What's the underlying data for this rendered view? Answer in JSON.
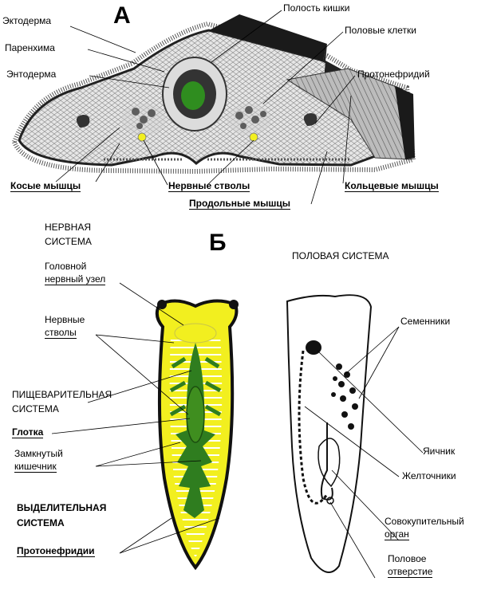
{
  "panel_a": {
    "letter": "А",
    "labels": {
      "ectoderm": "Эктодерма",
      "parenchyma": "Паренхима",
      "endoderm": "Энтодерма",
      "gut_cavity": "Полость кишки",
      "germ_cells": "Половые клетки",
      "protonephridium": "Протонефридий",
      "oblique_muscles": "Косые мышцы",
      "nerve_trunks": "Нервные стволы",
      "ring_muscles": "Кольцевые мышцы",
      "longitudinal_muscles": "Продольные мышцы"
    }
  },
  "panel_b": {
    "letter": "Б",
    "labels": {
      "nervous_system_1": "НЕРВНАЯ",
      "nervous_system_2": "СИСТЕМА",
      "head_ganglion_1": "Головной",
      "head_ganglion_2": "нервный узел",
      "nerve_trunks_1": "Нервные",
      "nerve_trunks_2": "стволы",
      "digestive_system_1": "ПИЩЕВАРИТЕЛЬНАЯ",
      "digestive_system_2": "СИСТЕМА",
      "pharynx": "Глотка",
      "closed_gut_1": "Замкнутый",
      "closed_gut_2": "кишечник",
      "excretory_system_1": "ВЫДЕЛИТЕЛЬНАЯ",
      "excretory_system_2": "СИСТЕМА",
      "protonephridia": "Протонефридии",
      "reproductive_system": "ПОЛОВАЯ СИСТЕМА",
      "testes": "Семенники",
      "ovary": "Яичник",
      "yolk_glands": "Желточники",
      "copulatory_organ_1": "Совокупительный",
      "copulatory_organ_2": "орган",
      "genital_opening_1": "Половое",
      "genital_opening_2": "отверстие"
    }
  },
  "colors": {
    "nerve": "#f2ef1f",
    "gut": "#2f7d1f",
    "body_outline": "#111111"
  }
}
